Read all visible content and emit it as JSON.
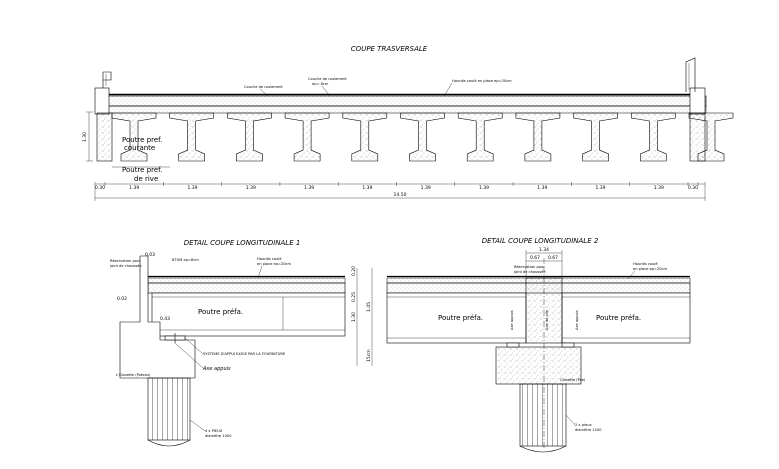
{
  "titles": {
    "coupe_transversale": "COUPE TRASVERSALE",
    "detail_1": "DETAIL COUPE LONGITUDINALE 1",
    "detail_2": "DETAIL COUPE LONGITUDINALE 2"
  },
  "transversale": {
    "labels": {
      "couche_roulement_1": "Couche de roulement",
      "couche_roulement_2": "Couche de roulement",
      "couche_roulement_ep": "ep= 8cm",
      "hourdis": "Hourdis coulé en place ep=20cm",
      "poutre_courante_1": "Poutre pref.",
      "poutre_courante_2": "courante",
      "poutre_rive_1": "Poutre pref.",
      "poutre_rive_2": "de rive"
    },
    "height_dim": "1.30",
    "dims": [
      "0.30",
      "1.39",
      "1.39",
      "1.39",
      "1.39",
      "1.39",
      "1.39",
      "1.39",
      "1.39",
      "1.39",
      "1.39",
      "0.30"
    ],
    "total": "14.50"
  },
  "detail1": {
    "labels": {
      "reservation_1": "Réservation pour",
      "reservation_2": "joint de chaussée",
      "btum": "BTUM ep=8cm",
      "hourdis_1": "Hourdis coulé",
      "hourdis_2": "en place ep=20cm",
      "poutre": "Poutre préfa.",
      "systeme": "SYSTEME D'APPUI EXIGE PAR LA FOURNITURE",
      "axe": "Axe appuis",
      "clavette": "L'Clavette (Poteau)",
      "pieux_1": "4 x PIEUX",
      "pieux_2": "diamètre 1000"
    },
    "dims": {
      "d003": "0.03",
      "d002": "0.02",
      "d043": "0.43",
      "d020": "0.20",
      "d025": "0.25",
      "d130": "1.30",
      "d145": "1.45",
      "d15": "15cm"
    }
  },
  "detail2": {
    "labels": {
      "reservation_1": "Réservation pour",
      "reservation_2": "joint de chaussée",
      "hourdis_1": "Hourdis coulé",
      "hourdis_2": "en place ep=20cm",
      "poutre_left": "Poutre préfa.",
      "poutre_right": "Poutre préfa.",
      "axe_appui": "Axe appuis",
      "axe_pile": "Axe de pile",
      "clavette": "Clavette (Pile)",
      "pieux_1": "2 x pieux",
      "pieux_2": "diamètre 1200"
    },
    "dims": {
      "d134": "1.34",
      "d067a": "0.67",
      "d067b": "0.67"
    }
  }
}
